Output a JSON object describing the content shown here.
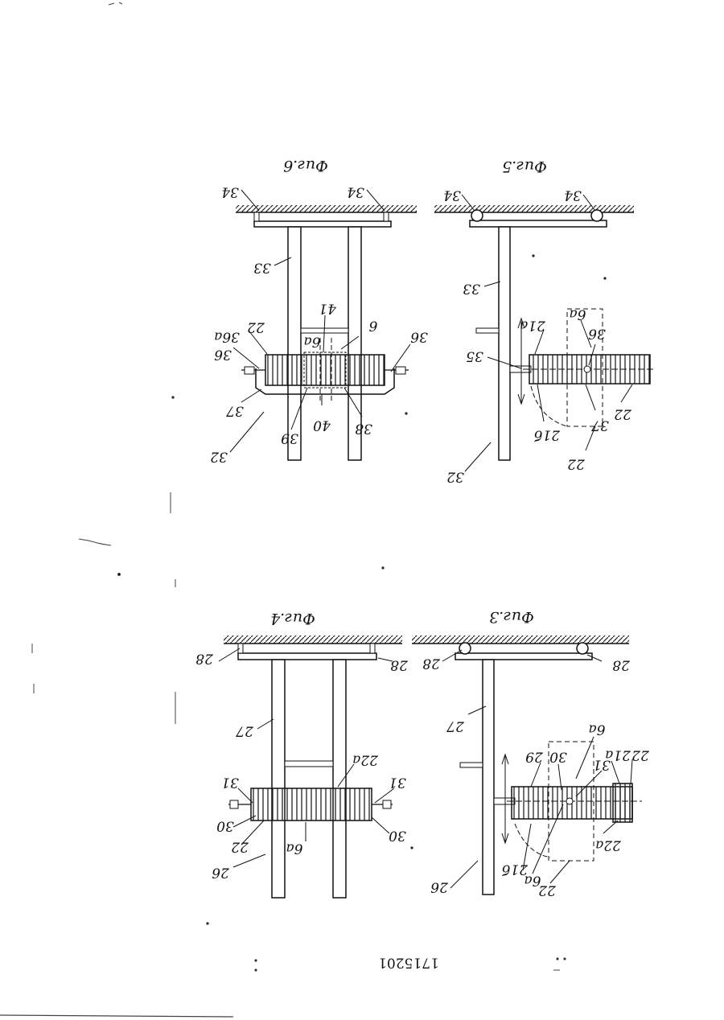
{
  "document": {
    "number": "1715201"
  },
  "figures": {
    "fig6": {
      "caption": "Фиг.6",
      "labels": {
        "l34a": "34",
        "l34b": "34",
        "l33": "33",
        "l22": "22",
        "l36a": "36а",
        "l36": "36",
        "l36r": "36",
        "l41": "41",
        "l6a": "6а",
        "l6": "6",
        "l37": "37",
        "l32": "32",
        "l39": "39",
        "l40": "40",
        "l38": "38"
      }
    },
    "fig5": {
      "caption": "Фиг.5",
      "labels": {
        "l34a": "34",
        "l34b": "34",
        "l33": "33",
        "l6a": "6а",
        "l21a": "21а",
        "l36": "36",
        "l35": "35",
        "l21b": "21б",
        "l37": "37",
        "l22r": "22",
        "l22b": "22",
        "l32": "32"
      }
    },
    "fig4": {
      "caption": "Фиг.4",
      "labels": {
        "l28a": "28",
        "l28b": "28",
        "l27": "27",
        "l22a": "22а",
        "l31a": "31",
        "l31b": "31",
        "l30a": "30",
        "l30b": "30",
        "l22": "22",
        "l6a": "6а",
        "l26": "26"
      }
    },
    "fig3": {
      "caption": "Фиг.3",
      "labels": {
        "l28a": "28",
        "l28b": "28",
        "l27": "27",
        "l6a": "6а",
        "l22": "22",
        "l21a": "21а",
        "l30": "30",
        "l29": "29",
        "l31": "31",
        "l22a": "22а",
        "l21b": "21б",
        "l6a2": "6а",
        "l22b": "22",
        "l26": "26"
      }
    }
  }
}
